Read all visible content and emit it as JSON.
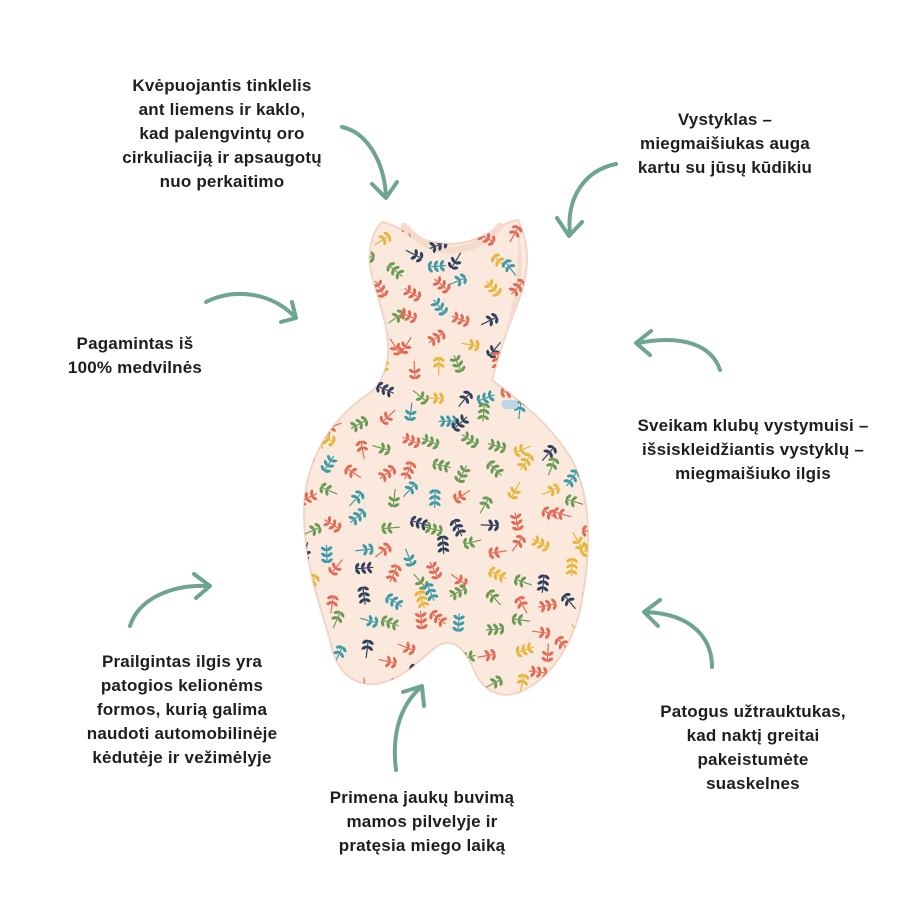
{
  "colors": {
    "arrow": "#6fa58e",
    "text": "#1e1e1e",
    "fabric": "#fbe9dd",
    "trim": "#f3dccd",
    "print_coral": "#e16a55",
    "print_teal": "#3e9aa6",
    "print_navy": "#2f3f5c",
    "print_mustard": "#e7b53c",
    "print_green": "#6a9a55"
  },
  "product": {
    "icon": "baby-sleep-sack-illustration"
  },
  "features": [
    {
      "id": "mesh",
      "icon": "curved-arrow-icon",
      "lines": [
        "Kvėpuojantis tinklelis",
        "ant liemens ir kaklo,",
        "kad palengvintų oro",
        "cirkuliaciją ir apsaugotų",
        "nuo perkaitimo"
      ]
    },
    {
      "id": "grows",
      "icon": "curved-arrow-icon",
      "lines": [
        "Vystyklas –",
        "miegmaišiukas auga",
        "kartu su jūsų kūdikiu"
      ]
    },
    {
      "id": "cotton",
      "icon": "curved-arrow-icon",
      "lines": [
        "Pagamintas iš",
        "100% medvilnės"
      ]
    },
    {
      "id": "hips",
      "icon": "curved-arrow-icon",
      "lines": [
        "Sveikam klubų vystymuisi –",
        "išsiskleidžiantis vystyklų –",
        "miegmaišiuko ilgis"
      ]
    },
    {
      "id": "travel",
      "icon": "curved-arrow-icon",
      "lines": [
        "Prailgintas ilgis yra",
        "patogios kelionėms",
        "formos, kurią galima",
        "naudoti automobilinėje",
        "kėdutėje ir vežimėlyje"
      ]
    },
    {
      "id": "womb",
      "icon": "curved-arrow-icon",
      "lines": [
        "Primena jaukų buvimą",
        "mamos pilvelyje ir",
        "pratęsia miego laiką"
      ]
    },
    {
      "id": "zip",
      "icon": "curved-arrow-icon",
      "lines": [
        "Patogus užtrauktukas,",
        "kad naktį greitai",
        "pakeistumėte",
        "suaskelnes"
      ]
    }
  ]
}
